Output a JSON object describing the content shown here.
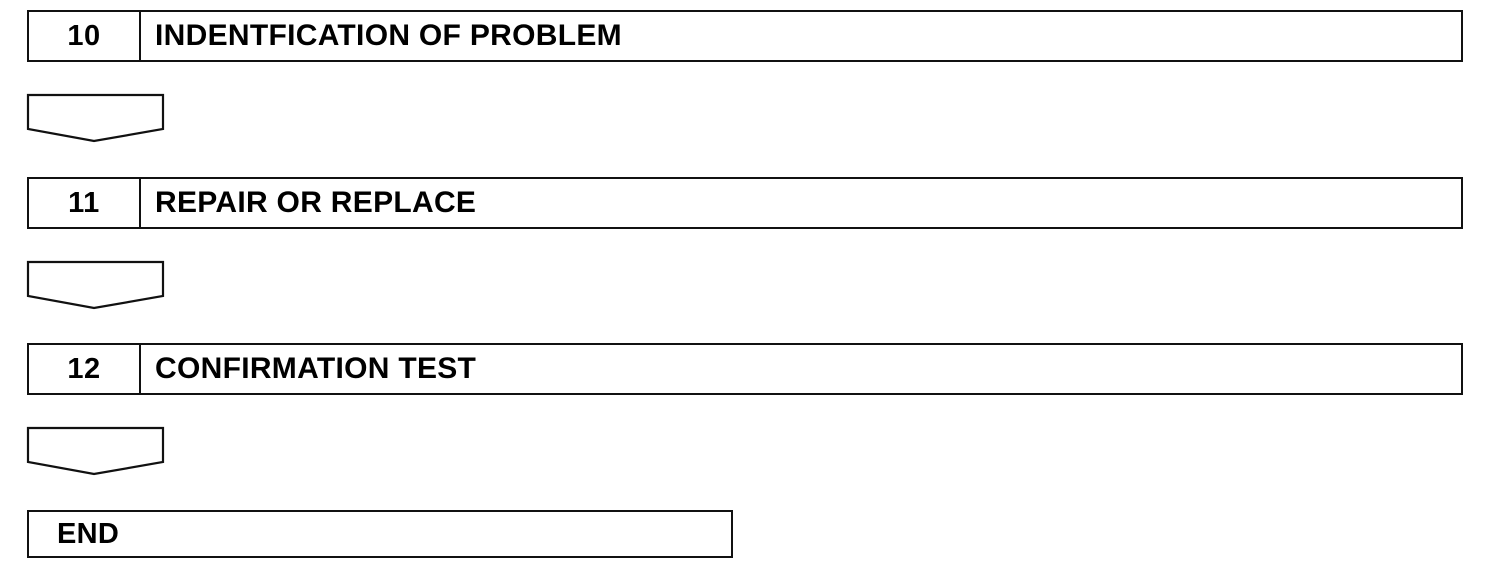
{
  "steps": [
    {
      "number": "10",
      "title": "INDENTFICATION OF PROBLEM"
    },
    {
      "number": "11",
      "title": "REPAIR OR REPLACE"
    },
    {
      "number": "12",
      "title": "CONFIRMATION TEST"
    }
  ],
  "end": {
    "label": "END"
  }
}
